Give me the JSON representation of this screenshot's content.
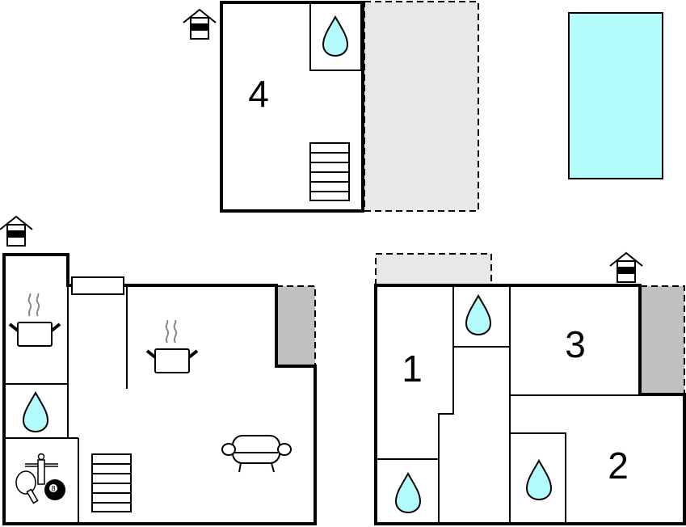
{
  "rooms": {
    "room1": "1",
    "room2": "2",
    "room3": "3",
    "room4": "4"
  },
  "game_icon": {
    "ball_number": "8"
  },
  "colors": {
    "water": "#b3fafc",
    "pool": "#b3fdfd",
    "terrace_light": "#e8e8e8",
    "terrace_dark": "#c0c0c0",
    "wall": "#000000"
  },
  "icons": [
    "house-entrance-icon",
    "water-drop-icon",
    "cooking-pot-icon",
    "stairs-icon",
    "sofa-icon",
    "game-room-icon"
  ]
}
